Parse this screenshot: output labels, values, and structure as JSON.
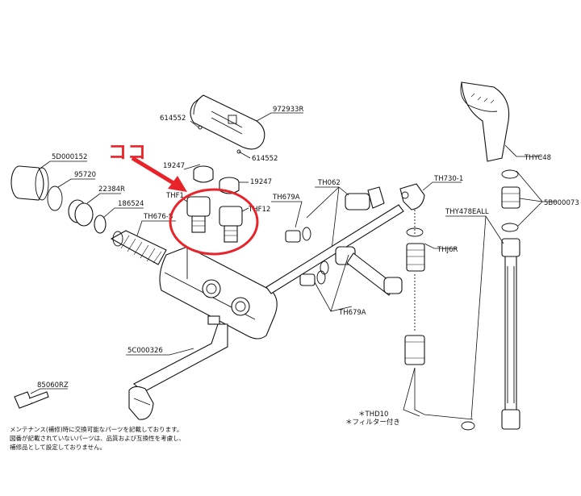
{
  "callout": {
    "text": "ココ",
    "color": "#e8232a"
  },
  "note_lines": [
    "メンテナンス(補修)時に交換可能なパーツを記載しております。",
    "図番が記載されていないパーツは、品質および互換性を考慮し、",
    "補修品として設定しておりません。"
  ],
  "parts": {
    "p972933R": "972933R",
    "p614552_top": "614552",
    "p614552_bottom": "614552",
    "p5D000152": "5D000152",
    "p95720": "95720",
    "p22384R": "22384R",
    "p186524": "186524",
    "pTH676S": "TH676-S",
    "p19247_left": "19247",
    "p19247_right": "19247",
    "pTHF1": "THF1",
    "pTHF12": "THF12",
    "pTH679A_top": "TH679A",
    "pTH679A_bottom": "TH679A",
    "pTH062": "TH062",
    "pTH730": "TH730-1",
    "pTHJ6R": "THJ6R",
    "pTHYC48": "THYC48",
    "p5B000073": "5B000073",
    "pTHY478EALL": "THY478EALL",
    "p5C000326": "5C000326",
    "p85060RZ": "85060RZ",
    "pTHD10": "＊THD10",
    "filter_note": "＊フィルター付き"
  }
}
